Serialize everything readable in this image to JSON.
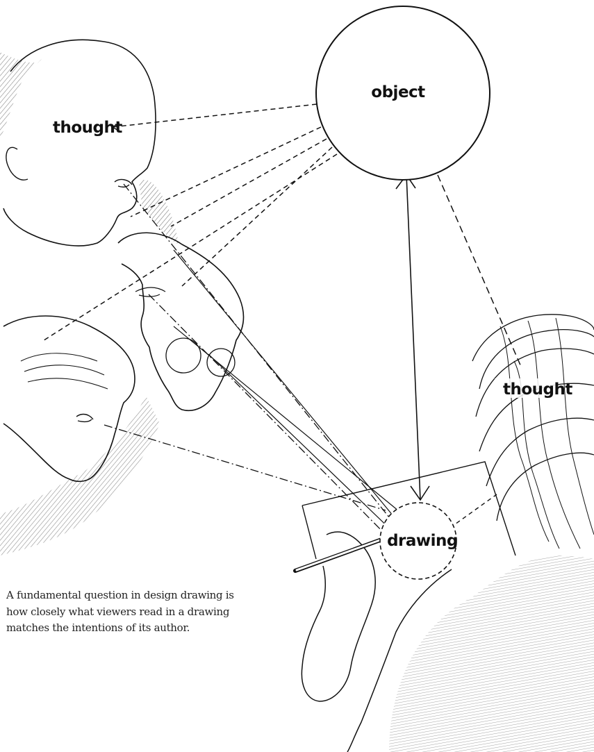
{
  "nodes": {
    "object": "object",
    "thought_viewers": "thought",
    "thought_author": "thought",
    "drawing": "drawing"
  },
  "caption": {
    "lines": [
      "A fundamental question in design drawing is",
      "how closely what viewers read in a drawing",
      "matches the intentions of its author."
    ]
  },
  "colors": {
    "ink": "#111111",
    "hatch": "#6b6b6b",
    "paper": "#ffffff"
  }
}
